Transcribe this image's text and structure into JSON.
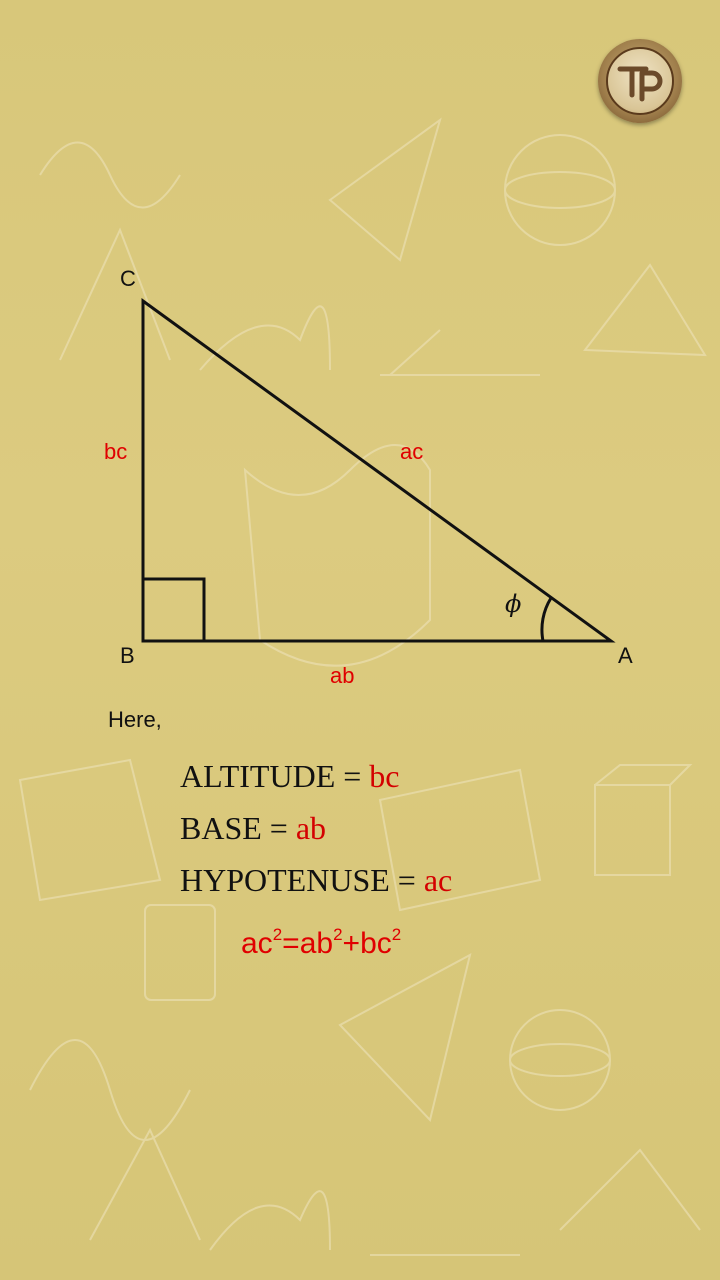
{
  "diagram": {
    "vertices": {
      "a": "A",
      "b": "B",
      "c": "C"
    },
    "sides": {
      "altitude": "bc",
      "base": "ab",
      "hypotenuse": "ac"
    },
    "angle_symbol": "ϕ"
  },
  "intro": "Here,",
  "definitions": [
    {
      "term": "ALTITUDE = ",
      "value": "bc"
    },
    {
      "term": "BASE = ",
      "value": "ab"
    },
    {
      "term": "HYPOTENUSE = ",
      "value": "ac"
    }
  ],
  "formula": {
    "t1": "ac",
    "e1": "2",
    "eq": "=",
    "t2": "ab",
    "e2": "2",
    "plus": "+",
    "t3": "bc",
    "e3": "2"
  },
  "colors": {
    "accent": "#e00000",
    "background": "#d8c77a"
  },
  "icons": {
    "logo": "tp-logo-icon"
  }
}
